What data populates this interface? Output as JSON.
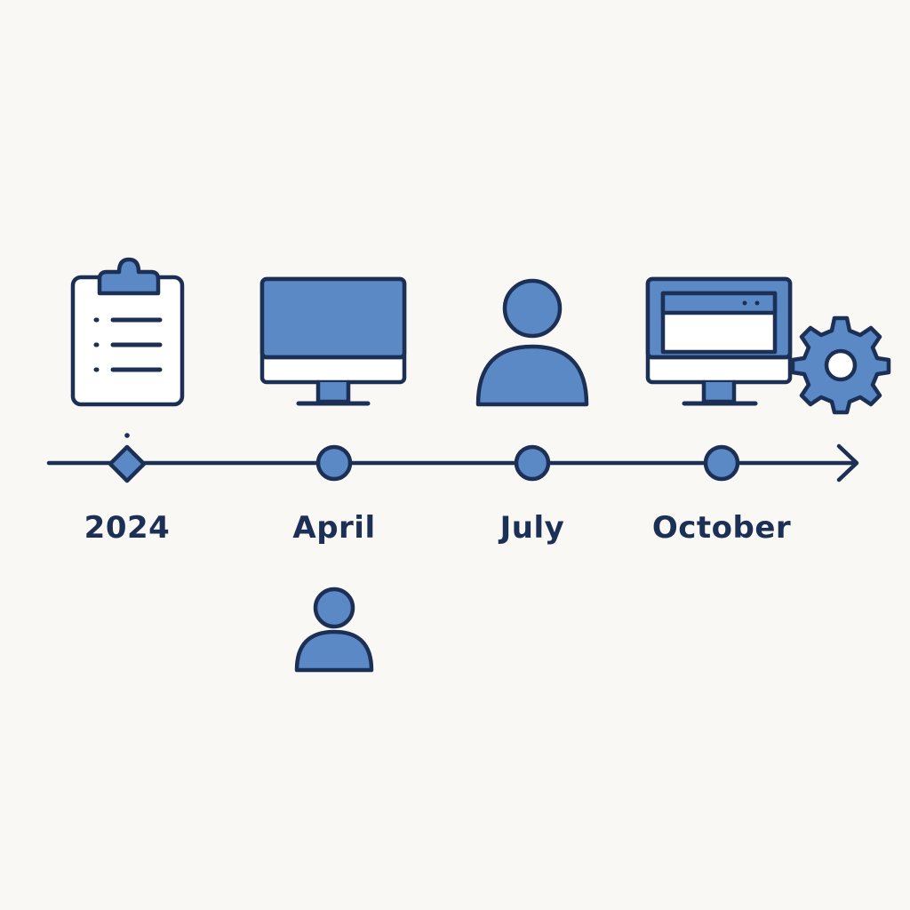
{
  "colors": {
    "background": "#faf8f5",
    "stroke": "#1c3055",
    "fill": "#5b89c6",
    "paper": "#ffffff"
  },
  "timeline": {
    "milestones": [
      {
        "label": "2024",
        "marker": "diamond",
        "icon": "clipboard-checklist-icon"
      },
      {
        "label": "April",
        "marker": "circle",
        "icon": "monitor-icon"
      },
      {
        "label": "July",
        "marker": "circle",
        "icon": "person-icon"
      },
      {
        "label": "October",
        "marker": "circle",
        "icon": "monitor-settings-icon"
      }
    ],
    "extra_icons": [
      "person-icon"
    ]
  }
}
